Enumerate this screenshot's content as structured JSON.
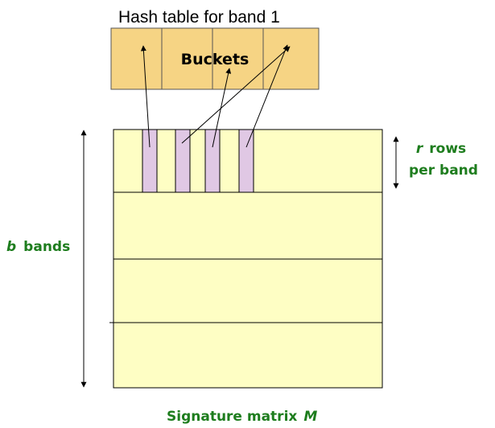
{
  "hash_table": {
    "title": "Hash table for band 1",
    "label": "Buckets",
    "fill_color": "#f6d484",
    "bucket_count": 4
  },
  "matrix": {
    "caption_prefix": "Signature matrix",
    "caption_var": "M",
    "fill_color": "#fefec4",
    "band_count": 4,
    "highlight_color": "#e0c8e4",
    "highlight_columns": 4
  },
  "rows_label": {
    "var": "r",
    "line1_rest": "rows",
    "line2": "per band"
  },
  "bands_label": {
    "var": "b",
    "rest": "bands"
  },
  "colors": {
    "label_green": "#1e7d1e"
  }
}
